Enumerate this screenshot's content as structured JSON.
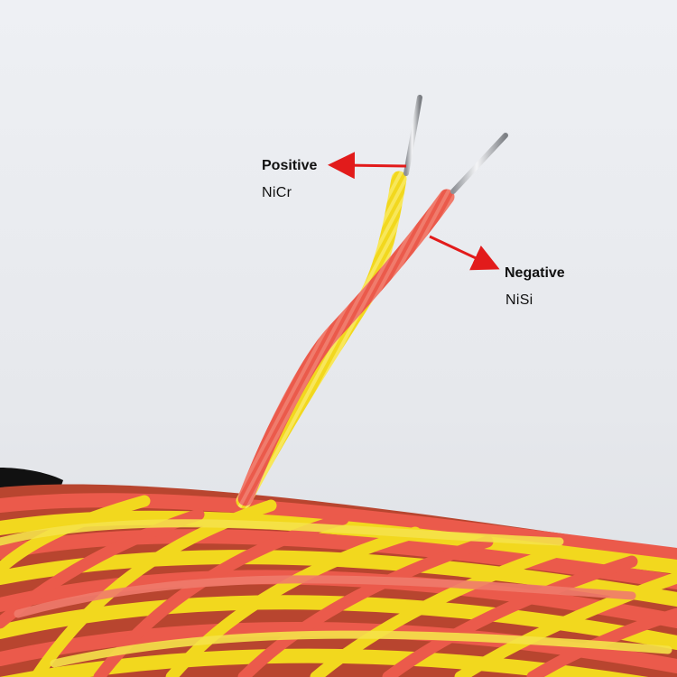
{
  "photo": {
    "background_color": "#E9EBEF",
    "wire_colors": {
      "positive": "#F2D81E",
      "negative": "#EB5A4B"
    },
    "conductor_color": "#C9CCD0",
    "arrow_color": "#E21B1B",
    "spool_color": "#111111"
  },
  "labels": {
    "positive": {
      "name": "Positive",
      "material": "NiCr"
    },
    "negative": {
      "name": "Negative",
      "material": "NiSi"
    }
  }
}
